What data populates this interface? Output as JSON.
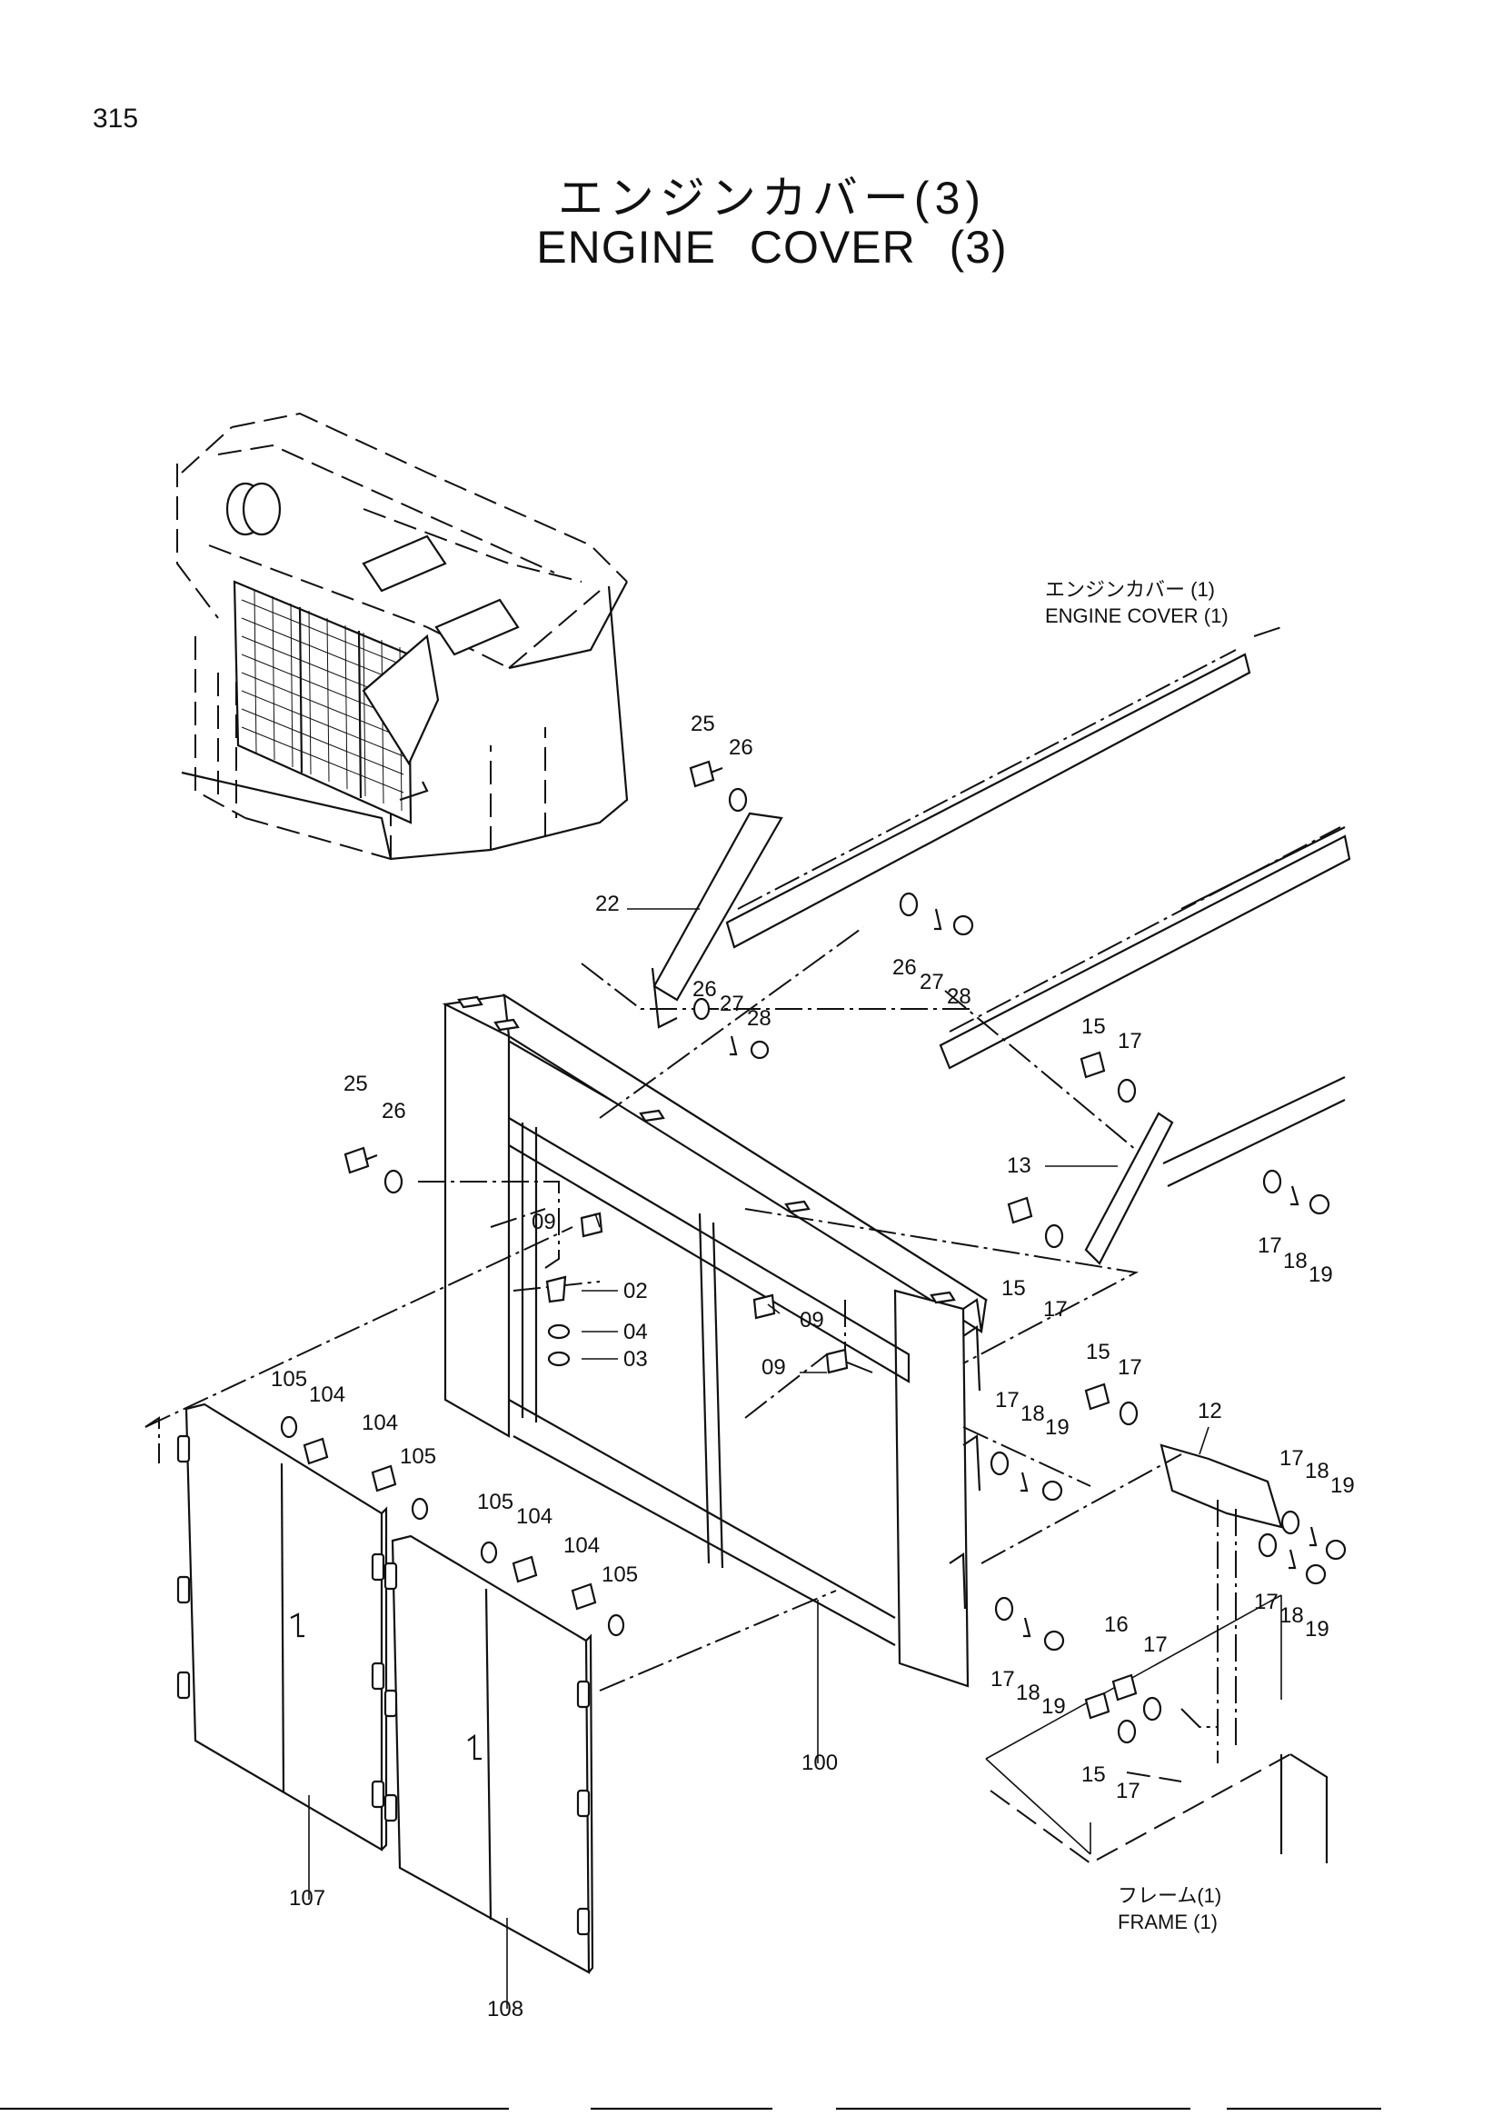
{
  "page_number": "315",
  "title": {
    "japanese": "エンジンカバー(3)",
    "english": "ENGINE  COVER (3)"
  },
  "references": {
    "engine_cover_1": {
      "japanese": "エンジンカバー (1)",
      "english": "ENGINE COVER (1)"
    },
    "frame_1": {
      "japanese": "フレーム(1)",
      "english": "FRAME (1)"
    }
  },
  "part_labels": [
    "25",
    "26",
    "22",
    "26",
    "27",
    "28",
    "26",
    "27",
    "28",
    "25",
    "26",
    "09",
    "02",
    "04",
    "03",
    "09",
    "09",
    "15",
    "17",
    "13",
    "17",
    "18",
    "19",
    "15",
    "17",
    "15",
    "17",
    "12",
    "17",
    "18",
    "19",
    "17",
    "18",
    "19",
    "17",
    "18",
    "19",
    "17",
    "18",
    "19",
    "16",
    "17",
    "15",
    "17",
    "105",
    "104",
    "104",
    "105",
    "105",
    "104",
    "104",
    "105",
    "100",
    "107",
    "108"
  ]
}
